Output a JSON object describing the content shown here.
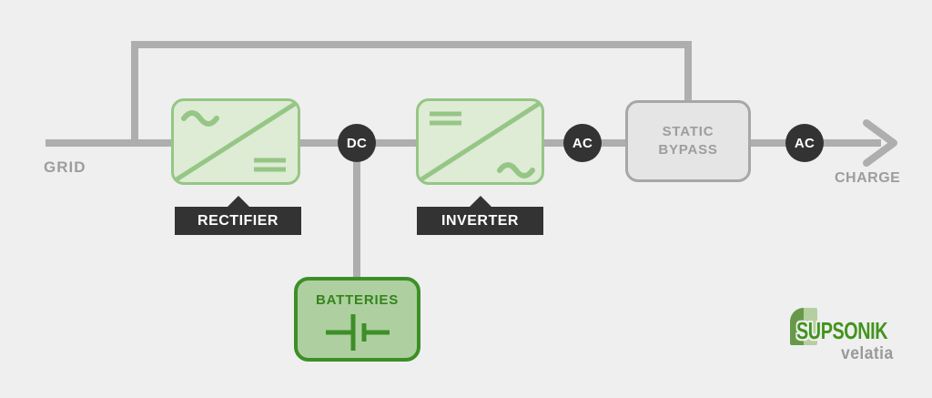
{
  "diagram": {
    "description": "UPS power flow diagram",
    "flow_labels": {
      "input": "GRID",
      "output": "CHARGE"
    },
    "blocks": [
      {
        "id": "rectifier",
        "label": "RECTIFIER",
        "symbol": "ac-to-dc-converter"
      },
      {
        "id": "inverter",
        "label": "INVERTER",
        "symbol": "dc-to-ac-converter"
      },
      {
        "id": "static_bypass",
        "label_line1": "STATIC",
        "label_line2": "BYPASS"
      },
      {
        "id": "batteries",
        "label": "BATTERIES",
        "symbol": "battery-cell"
      }
    ],
    "nodes": [
      {
        "label": "DC"
      },
      {
        "label": "AC"
      },
      {
        "label": "AC"
      }
    ]
  },
  "logo": {
    "brand": "SUPSONIK",
    "subbrand": "velatia"
  },
  "colors": {
    "background": "#efefef",
    "wire_gray": "#aeaeae",
    "dark": "#333333",
    "converter_fill": "#deebd5",
    "converter_border": "#95c685",
    "battery_fill": "#aed0a0",
    "battery_border": "#3e8e28",
    "battery_text": "#35841c",
    "bypass_fill": "#e5e5e5",
    "bypass_border": "#a7a7a7",
    "muted_text": "#9d9d9d",
    "logo_green": "#42941d",
    "logo_gray": "#999999"
  }
}
